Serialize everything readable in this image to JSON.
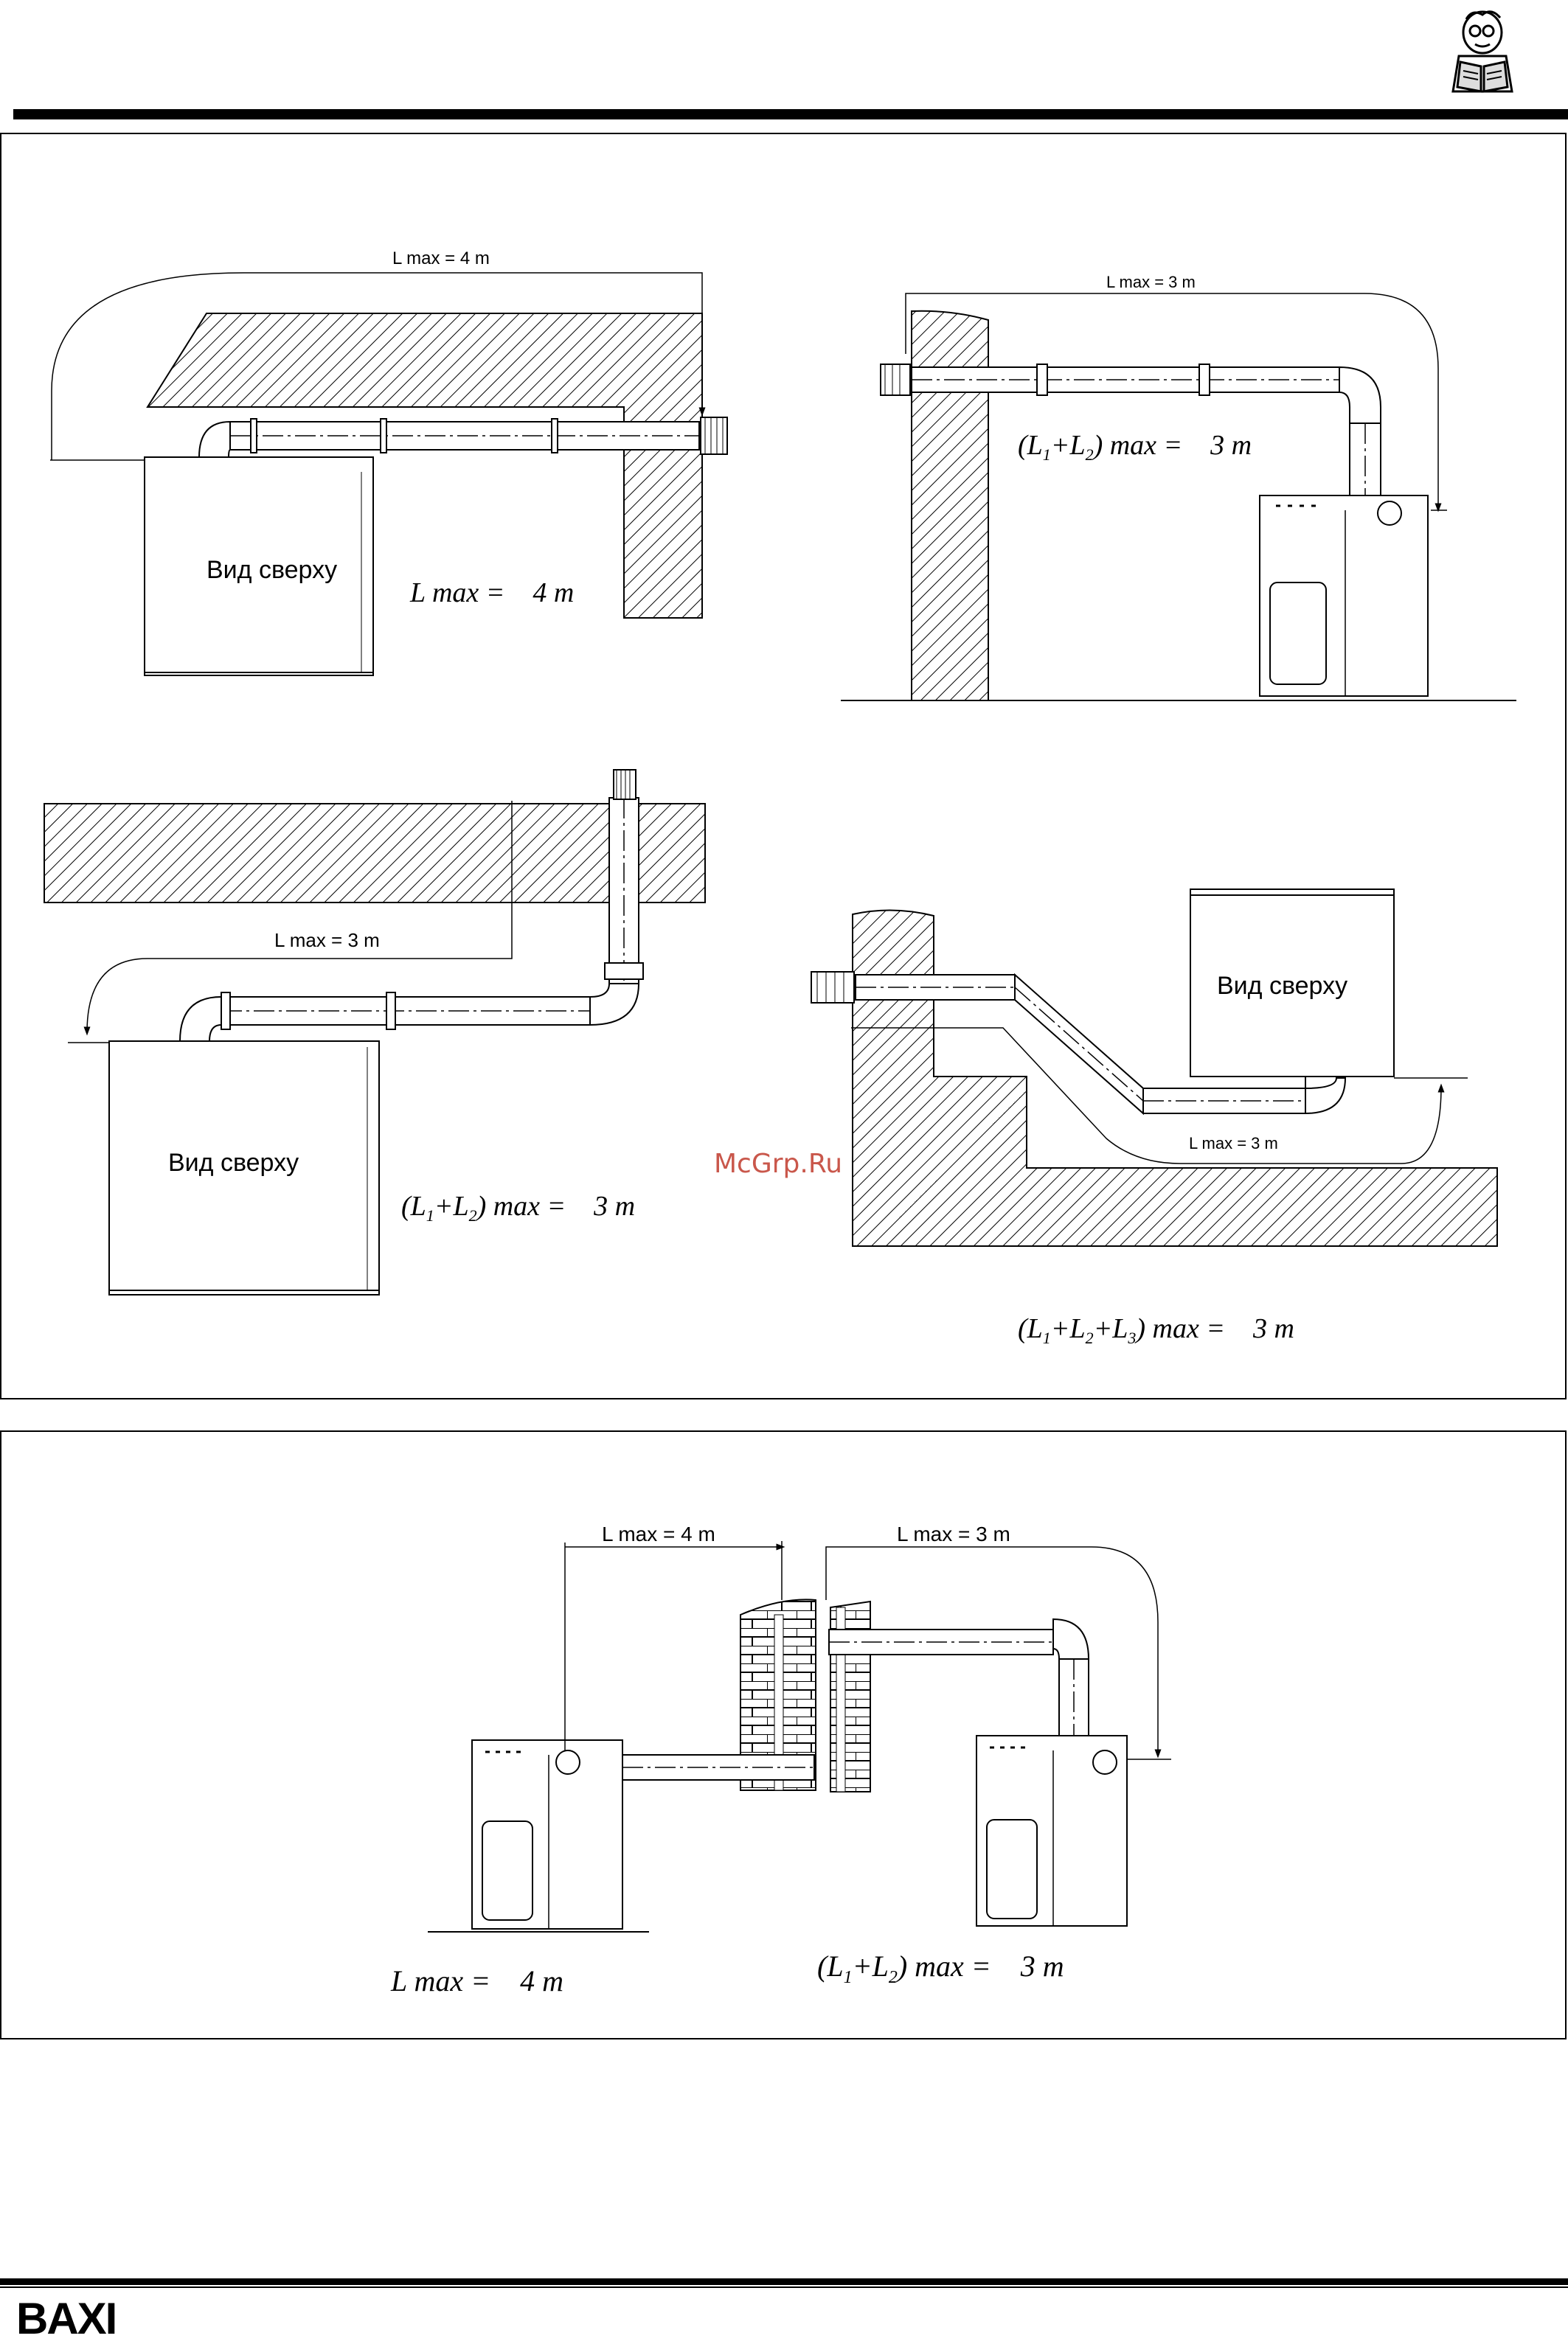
{
  "brand": "BAXI",
  "watermark": "McGrp.Ru",
  "diagram_1": {
    "dim_label": "L max = 4 m",
    "view_label": "Вид сверху",
    "formula": "L max =    4 m"
  },
  "diagram_2": {
    "dim_label": "L max = 3 m",
    "formula_main": "(L",
    "sub1": "1",
    "plus": "+L",
    "sub2": "2",
    "formula_tail": ") max =    3 m"
  },
  "diagram_3": {
    "dim_label": "L max = 3 m",
    "view_label": "Вид сверху",
    "formula_main": "(L",
    "sub1": "1",
    "plus": "+L",
    "sub2": "2",
    "formula_tail": ") max =    3 m"
  },
  "diagram_4": {
    "dim_label": "L max = 3 m",
    "view_label": "Вид сверху",
    "formula_main": "(L",
    "sub1": "1",
    "plus1": "+L",
    "sub2": "2",
    "plus2": "+L",
    "sub3": "3",
    "formula_tail": ") max =    3 m"
  },
  "diagram_5": {
    "dim_label": "L max = 4 m",
    "formula": "L max =    4 m"
  },
  "diagram_6": {
    "dim_label": "L max = 3 m",
    "formula_main": "(L",
    "sub1": "1",
    "plus": "+L",
    "sub2": "2",
    "formula_tail": ") max =    3 m"
  }
}
